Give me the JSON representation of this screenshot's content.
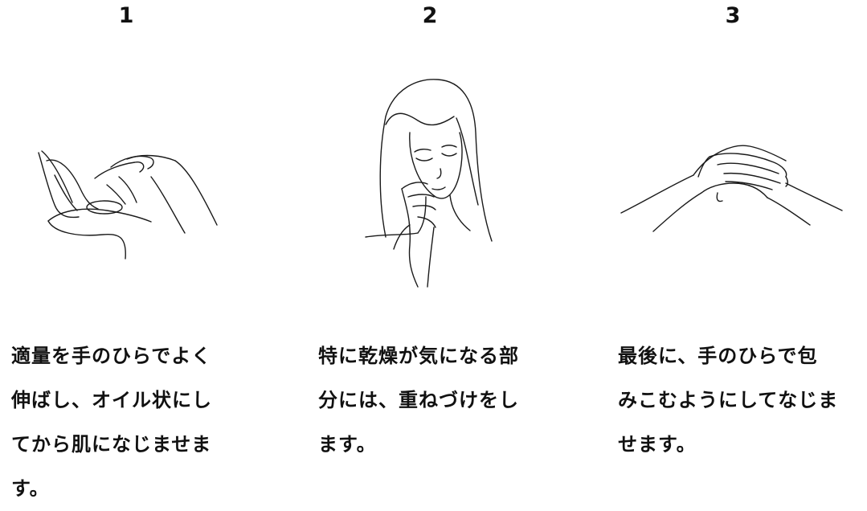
{
  "steps": [
    {
      "number": "1",
      "icon": "applying-oil-hands-icon",
      "lines": [
        "適量を手のひらでよく",
        "伸ばし、オイル状にし",
        "てから肌になじませま",
        "す。"
      ]
    },
    {
      "number": "2",
      "icon": "woman-layering-face-icon",
      "lines": [
        "特に乾燥が気になる部",
        "分には、重ねづけをし",
        "ます。"
      ]
    },
    {
      "number": "3",
      "icon": "hands-covering-icon",
      "lines": [
        "最後に、手のひらで包",
        "みこむようにしてなじま",
        "せます。"
      ]
    }
  ]
}
